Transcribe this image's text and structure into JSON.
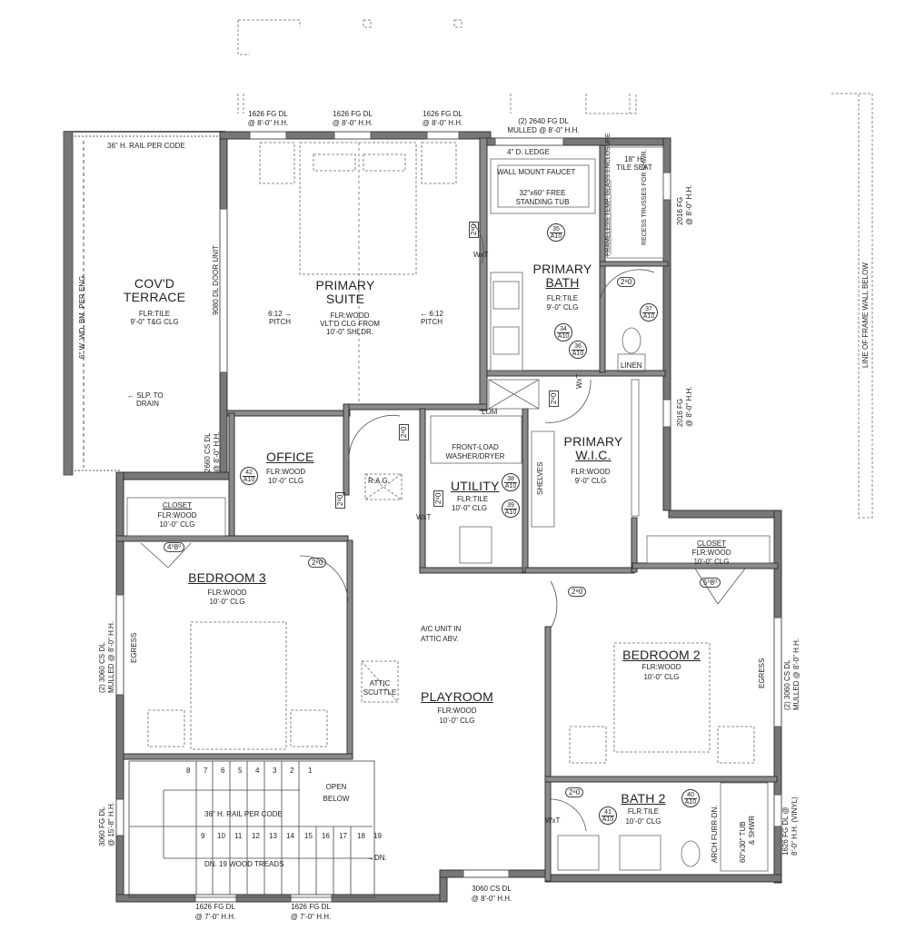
{
  "rooms": {
    "terrace": {
      "name1": "COV'D",
      "name2": "TERRACE",
      "floor": "FLR:TILE",
      "ceiling": "9'-0\" T&G CLG",
      "rail": "36\" H. RAIL PER CODE",
      "beam": "6\" W. WD. BM. PER ENG.",
      "slope": "SLP. TO",
      "slope2": "DRAIN"
    },
    "primary_suite": {
      "name1": "PRIMARY",
      "name2": "SUITE",
      "floor": "FLR:WOOD",
      "ceiling1": "VLT'D CLG FROM",
      "ceiling2": "10'-0\" SHLDR.",
      "pitch": "6:12",
      "pitch_word": "PITCH"
    },
    "primary_bath": {
      "name1": "PRIMARY",
      "name2": "BATH",
      "floor": "FLR:TILE",
      "ceiling": "9'-0\" CLG",
      "faucet": "WALL MOUNT FAUCET",
      "tub1": "32\"x60\" FREE",
      "tub2": "STANDING TUB",
      "ledge": "4\" D. LEDGE",
      "seat1": "18\" H.",
      "seat2": "TILE SEAT",
      "enclosure": "FRAMELESS TEMP. GLASS ENCLOSURE",
      "trusses": "RECESS TRUSSES FOR SHWR.",
      "linen": "LINEN"
    },
    "wic": {
      "name1": "PRIMARY",
      "name2": "W.I.C.",
      "floor": "FLR:WOOD",
      "ceiling": "9'-0\" CLG",
      "shelves": "SHELVES"
    },
    "office": {
      "name": "OFFICE",
      "floor": "FLR:WOOD",
      "ceiling": "10'-0\" CLG"
    },
    "utility": {
      "name": "UTILITY",
      "floor": "FLR:TILE",
      "ceiling": "10'-0\" CLG",
      "washer1": "FRONT-LOAD",
      "washer2": "WASHER/DRYER"
    },
    "bedroom3": {
      "name": "BEDROOM 3",
      "floor": "FLR:WOOD",
      "ceiling": "10'-0\" CLG",
      "egress": "EGRESS"
    },
    "closet3": {
      "name": "CLOSET",
      "floor": "FLR:WOOD",
      "ceiling": "10'-0\" CLG"
    },
    "closet2": {
      "name": "CLOSET",
      "floor": "FLR:WOOD",
      "ceiling": "10'-0\" CLG"
    },
    "bedroom2": {
      "name": "BEDROOM 2",
      "floor": "FLR:WOOD",
      "ceiling": "10'-0\" CLG",
      "egress": "EGRESS"
    },
    "playroom": {
      "name": "PLAYROOM",
      "floor": "FLR:WOOD",
      "ceiling": "10'-0\" CLG",
      "ac1": "A/C UNIT IN",
      "ac2": "ATTIC ABV.",
      "attic1": "ATTIC",
      "attic2": "SCUTTLE"
    },
    "bath2": {
      "name": "BATH 2",
      "floor": "FLR:TILE",
      "ceiling": "10'-0\" CLG",
      "tub1": "60\"x30\" TUB",
      "tub2": "& SHWR",
      "furr": "ARCH FURR-DN."
    },
    "stair": {
      "rail": "36\" H. RAIL PER CODE",
      "treads": "DN. 19 WOOD TREADS",
      "dn": "DN.",
      "open1": "OPEN",
      "open2": "BELOW",
      "top": [
        "8",
        "7",
        "6",
        "5",
        "4",
        "3",
        "2",
        "1"
      ],
      "bottom": [
        "9",
        "10",
        "11",
        "12",
        "13",
        "14",
        "15",
        "16",
        "17",
        "18",
        "19"
      ]
    }
  },
  "windows": {
    "w1a": "1626 FG DL",
    "w1b": "@ 8'-0\" H.H.",
    "w2a": "1626 FG DL",
    "w2b": "@ 8'-0\" H.H.",
    "w3a": "1626 FG DL",
    "w3b": "@ 8'-0\" H.H.",
    "w4a": "(2) 2640 FG DL",
    "w4b": "MULLED @ 8'-0\" H.H.",
    "e1a": "2016 FG",
    "e1b": "@ 8'-0\" H.H.",
    "e2a": "2016 FG",
    "e2b": "@ 8'-0\" H.H.",
    "e3a": "(2) 3060 CS DL",
    "e3b": "MULLED @ 8'-0\" H.H.",
    "e4a": "1626 FG DL @",
    "e4b": "8'-0\" H.H. (VINYL)",
    "s1a": "3060 CS DL",
    "s1b": "@ 8'-0\" H.H.",
    "s2a": "1626 FG DL",
    "s2b": "@ 7'-0\" H.H.",
    "s3a": "1626 FG DL",
    "s3b": "@ 7'-0\" H.H.",
    "wl1a": "(2) 3060 CS DL",
    "wl1b": "MULLED @ 8'-0\" H.H.",
    "wl2a": "3060 FG DL",
    "wl2b": "@ 15'-8\" H.H.",
    "door_unit": "9080 DL DOOR UNIT",
    "cs_dl_a": "2660 CS DL",
    "cs_dl_b": "@ 8'-0\" H.H.",
    "frame_wall": "LINE OF FRAME WALL BELOW"
  },
  "doors": {
    "d_bath": "2⁸0",
    "d_bath2": "2⁸0",
    "d_wic": "2⁸0",
    "d_office": "2⁸0",
    "d_office2": "2⁸0",
    "d_util": "2⁸0",
    "d_bed3": "2⁸0",
    "d_bed2": "2⁸0",
    "d_bath2b": "2⁸0",
    "d_clo3": "4⁰8⁰",
    "d_clo2": "5⁰8⁰"
  },
  "misc": {
    "wxt": "WxT",
    "rag": "R.A.G.",
    "lom": "LOM"
  },
  "tags": [
    {
      "n": "35",
      "s": "A10"
    },
    {
      "n": "34",
      "s": "A10"
    },
    {
      "n": "36",
      "s": "A10"
    },
    {
      "n": "37",
      "s": "A10"
    },
    {
      "n": "42",
      "s": "A10"
    },
    {
      "n": "38",
      "s": "A10"
    },
    {
      "n": "39",
      "s": "A10"
    },
    {
      "n": "40",
      "s": "A10"
    },
    {
      "n": "41",
      "s": "A10"
    }
  ]
}
